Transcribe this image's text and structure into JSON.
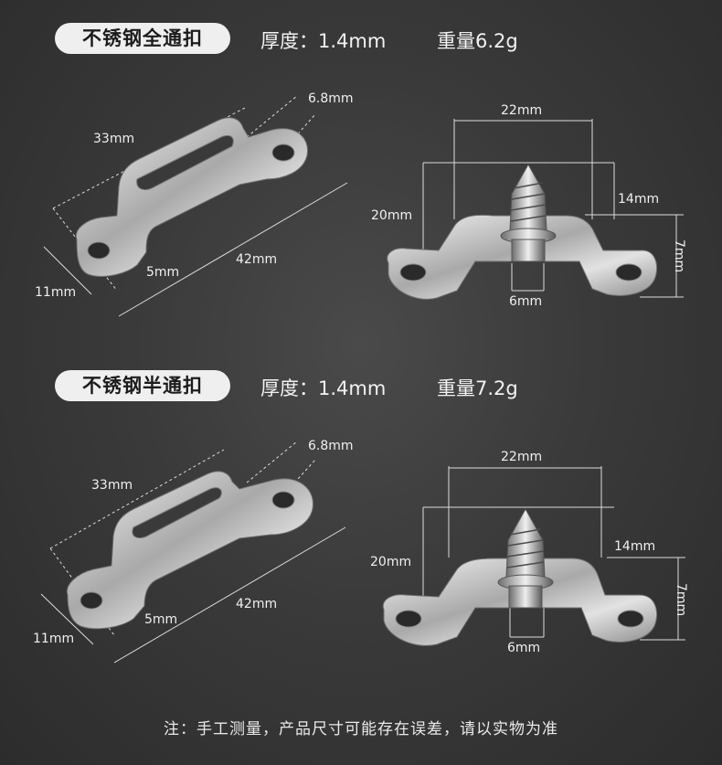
{
  "sections": [
    {
      "label": "不锈钢全通扣",
      "thickness": "厚度：1.4mm",
      "weight": "重量6.2g",
      "left_dims": {
        "d1": "6.8mm",
        "d2": "33mm",
        "d3": "42mm",
        "d4": "5mm",
        "d5": "11mm"
      },
      "right_dims": {
        "d1": "22mm",
        "d2": "14mm",
        "d3": "20mm",
        "d4": "7mm",
        "d5": "6mm"
      }
    },
    {
      "label": "不锈钢半通扣",
      "thickness": "厚度：1.4mm",
      "weight": "重量7.2g",
      "left_dims": {
        "d1": "6.8mm",
        "d2": "33mm",
        "d3": "42mm",
        "d4": "5mm",
        "d5": "11mm"
      },
      "right_dims": {
        "d1": "22mm",
        "d2": "14mm",
        "d3": "20mm",
        "d4": "7mm",
        "d5": "6mm"
      }
    }
  ],
  "footer_note": "注：手工测量，产品尺寸可能存在误差，请以实物为准",
  "colors": {
    "background": "#3a3a3a",
    "pill": "#efefef",
    "metal": "#c9c9c9"
  }
}
